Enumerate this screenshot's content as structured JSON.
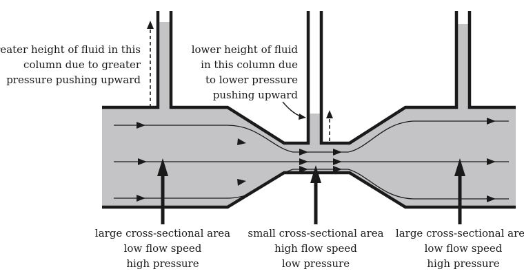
{
  "annotations": {
    "left_column_note": [
      "greater height of fluid in this",
      "column due to greater",
      "pressure pushing upward"
    ],
    "middle_column_note": [
      "lower height of fluid",
      "in this column due",
      "to lower pressure",
      "pushing upward"
    ]
  },
  "captions": {
    "left": [
      "large cross-sectional area",
      "low flow speed",
      "high pressure"
    ],
    "middle": [
      "small cross-sectional area",
      "high flow speed",
      "low pressure"
    ],
    "right": [
      "large cross-sectional area",
      "low flow speed",
      "high pressure"
    ]
  },
  "colors": {
    "fluid": "#c4c4c6",
    "wall": "#1a1a1a",
    "background": "#ffffff"
  }
}
